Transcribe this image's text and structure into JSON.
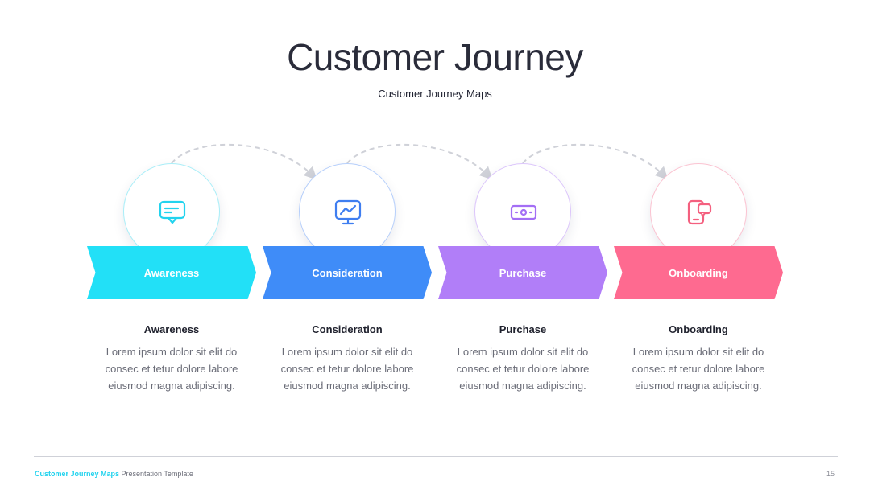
{
  "title": "Customer Journey",
  "subtitle": "Customer Journey Maps",
  "steps": [
    {
      "label": "Awareness",
      "heading": "Awareness",
      "body": "Lorem ipsum dolor sit elit do consec et tetur dolore labore eiusmod magna adipiscing.",
      "color": "#22e0f7",
      "icon": "chat-bubble-icon"
    },
    {
      "label": "Consideration",
      "heading": "Consideration",
      "body": "Lorem ipsum dolor sit elit do consec et tetur dolore labore eiusmod magna adipiscing.",
      "color": "#3f8cf8",
      "icon": "presentation-chart-icon"
    },
    {
      "label": "Purchase",
      "heading": "Purchase",
      "body": "Lorem ipsum dolor sit elit do consec et tetur dolore labore eiusmod magna adipiscing.",
      "color": "#b17ef8",
      "icon": "money-bill-icon"
    },
    {
      "label": "Onboarding",
      "heading": "Onboarding",
      "body": "Lorem ipsum dolor sit elit do consec et tetur dolore labore eiusmod magna adipiscing.",
      "color": "#fe6a90",
      "icon": "phone-message-icon"
    }
  ],
  "footer": {
    "brand": "Customer Journey Maps",
    "suffix": " Presentation Template",
    "page": "15"
  }
}
